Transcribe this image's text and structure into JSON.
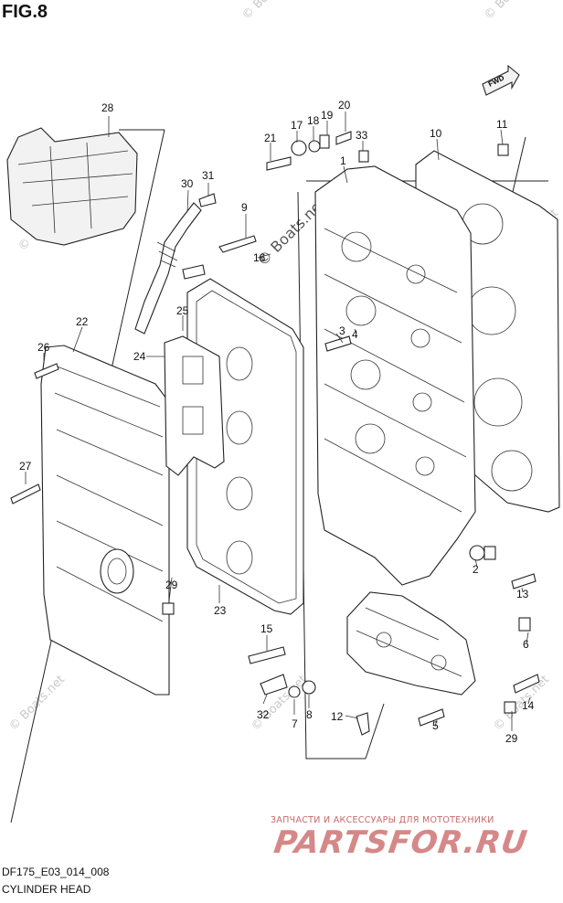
{
  "figure": {
    "title": "FIG.8",
    "code": "DF175_E03_014_008",
    "name": "CYLINDER HEAD"
  },
  "fwd_label": "FWD",
  "watermark": {
    "boats": "© Boats.net",
    "center": "© Boats.net",
    "shop_line": "ЗАПЧАСТИ И АКСЕССУАРЫ ДЛЯ МОТОТЕХНИКИ",
    "shop_logo": "PARTSFOR.RU"
  },
  "callouts": {
    "c1": "1",
    "c2": "2",
    "c3": "3",
    "c4": "4",
    "c5": "5",
    "c6": "6",
    "c7": "7",
    "c8": "8",
    "c9": "9",
    "c10": "10",
    "c11": "11",
    "c12": "12",
    "c13": "13",
    "c14": "14",
    "c15": "15",
    "c16": "16",
    "c17": "17",
    "c18": "18",
    "c19": "19",
    "c20": "20",
    "c21": "21",
    "c22": "22",
    "c23": "23",
    "c24": "24",
    "c25": "25",
    "c26": "26",
    "c27": "27",
    "c28": "28",
    "c29a": "29",
    "c29b": "29",
    "c30": "30",
    "c31": "31",
    "c32": "32",
    "c33": "33"
  }
}
